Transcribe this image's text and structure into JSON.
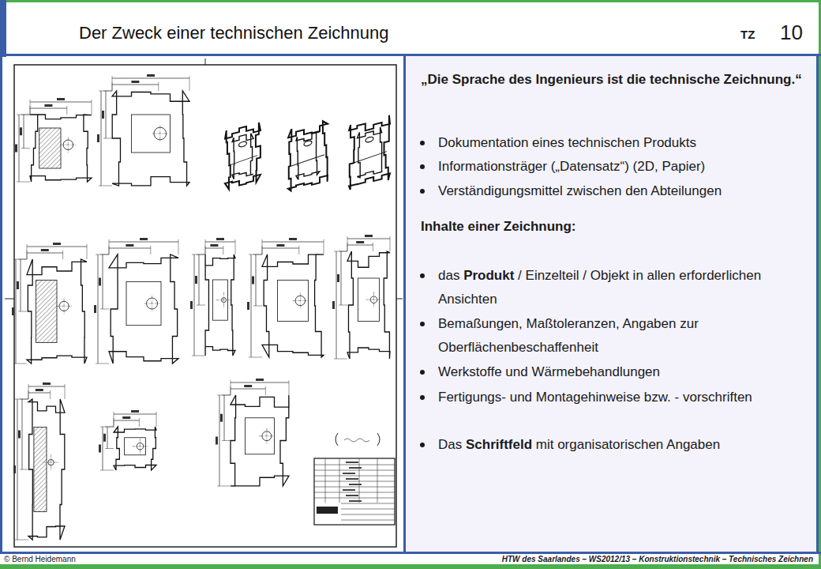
{
  "diagram": {
    "title": "Der Zweck einer technischen Zeichnung",
    "labels": [
      "TZ",
      "10",
      "„Die Sprache des Ingenieurs ist die technische Zeichnung.“",
      "Dokumentation eines technischen Produkts",
      "Informationsträger („Datensatz“) (2D, Papier)",
      "Verständigungsmittel zwischen den Abteilungen",
      "Inhalte einer Zeichnung:",
      "das Produkt / Einzelteil / Objekt in allen erforderlichen Ansichten",
      "Bemaßungen, Maßtoleranzen, Angaben zur Oberflächenbeschaffenheit",
      "Werkstoffe und Wärmebehandlungen",
      "Fertigungs- und Montagehinweise bzw. - vorschriften",
      "Das Schriftfeld mit organisatorischen Angaben",
      "© Bernd Heidemann",
      "HTW des Saarlandes – WS2012/13 – Konstruktionstechnik – Technisches Zeichnen"
    ]
  }
}
